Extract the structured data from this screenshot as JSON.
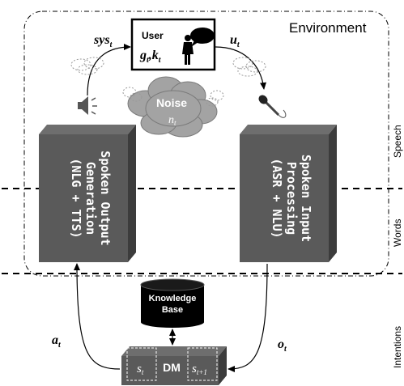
{
  "environment_label": "Environment",
  "layers": {
    "speech": "Speech",
    "words": "Words",
    "intentions": "Intentions"
  },
  "user": {
    "title": "User",
    "state_g": "g",
    "state_g_sub": "t",
    "state_k": "k",
    "state_k_sub": "t"
  },
  "noise": {
    "title": "Noise",
    "symbol": "n",
    "symbol_sub": "t"
  },
  "signals": {
    "sys": "sys",
    "sys_sub": "t",
    "u": "u",
    "u_sub": "t",
    "a": "a",
    "a_sub": "t",
    "o": "o",
    "o_sub": "t"
  },
  "output_module": {
    "line1": "Spoken Output",
    "line2": "Generation",
    "line3": "(NLG + TTS)"
  },
  "input_module": {
    "line1": "Spoken Input",
    "line2": "Processing",
    "line3": "(ASR + NLU)"
  },
  "knowledge_base": {
    "line1": "Knowledge",
    "line2": "Base"
  },
  "dm": {
    "label": "DM",
    "state_s": "s",
    "state_s_sub": "t",
    "state_next": "s",
    "state_next_sub": "t+1"
  },
  "colors": {
    "module_fill": "#5a5a5a",
    "module_side": "#3c3c3c",
    "cloud_fill": "#9a9a9a",
    "kb_fill": "#000000"
  }
}
